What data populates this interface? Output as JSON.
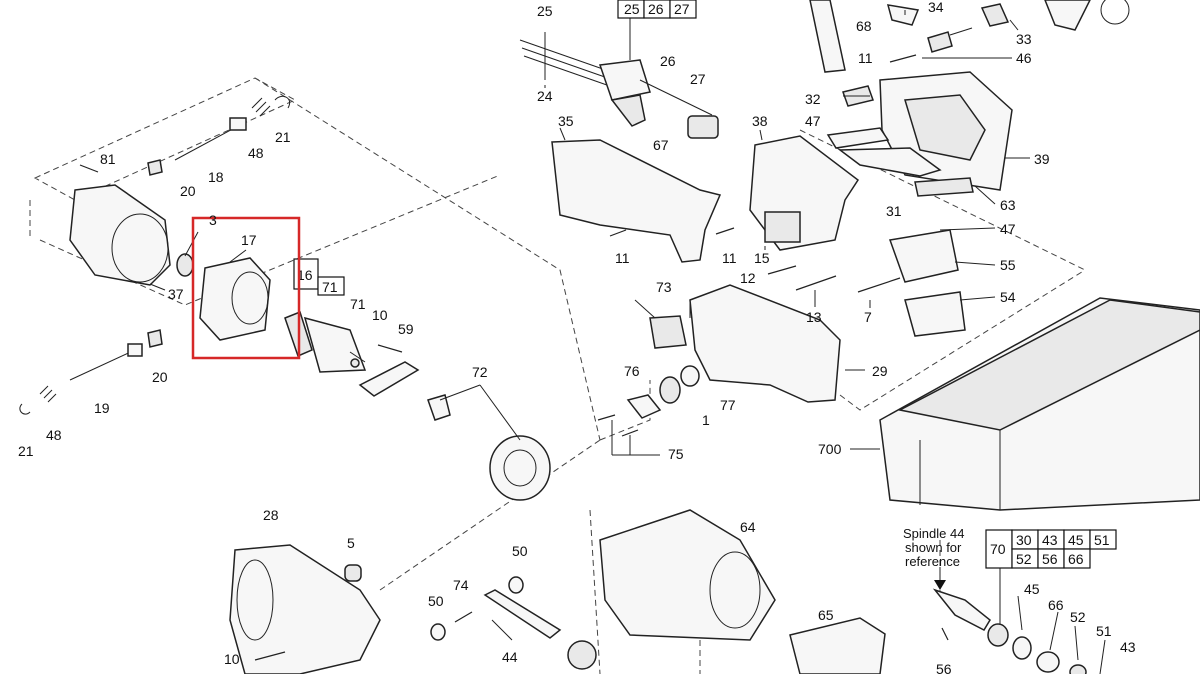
{
  "diagram": {
    "highlight_color": "#d62828",
    "callouts": [
      {
        "id": "c25",
        "label": "25"
      },
      {
        "id": "c24",
        "label": "24"
      },
      {
        "id": "c26a",
        "label": "26"
      },
      {
        "id": "c27a",
        "label": "27"
      },
      {
        "id": "c68",
        "label": "68"
      },
      {
        "id": "c34",
        "label": "34"
      },
      {
        "id": "c33",
        "label": "33"
      },
      {
        "id": "c11a",
        "label": "11"
      },
      {
        "id": "c46",
        "label": "46"
      },
      {
        "id": "c32",
        "label": "32"
      },
      {
        "id": "c47a",
        "label": "47"
      },
      {
        "id": "c39",
        "label": "39"
      },
      {
        "id": "c35",
        "label": "35"
      },
      {
        "id": "c67",
        "label": "67"
      },
      {
        "id": "c38",
        "label": "38"
      },
      {
        "id": "c31",
        "label": "31"
      },
      {
        "id": "c63",
        "label": "63"
      },
      {
        "id": "c47b",
        "label": "47"
      },
      {
        "id": "c55",
        "label": "55"
      },
      {
        "id": "c54",
        "label": "54"
      },
      {
        "id": "c7",
        "label": "7"
      },
      {
        "id": "c13",
        "label": "13"
      },
      {
        "id": "c12",
        "label": "12"
      },
      {
        "id": "c15",
        "label": "15"
      },
      {
        "id": "c11b",
        "label": "11"
      },
      {
        "id": "c11c",
        "label": "11"
      },
      {
        "id": "c81",
        "label": "81"
      },
      {
        "id": "c20a",
        "label": "20"
      },
      {
        "id": "c18",
        "label": "18"
      },
      {
        "id": "c48a",
        "label": "48"
      },
      {
        "id": "c21a",
        "label": "21"
      },
      {
        "id": "c3",
        "label": "3"
      },
      {
        "id": "c17",
        "label": "17"
      },
      {
        "id": "c37",
        "label": "37"
      },
      {
        "id": "c71",
        "label": "71"
      },
      {
        "id": "c10a",
        "label": "10"
      },
      {
        "id": "c59",
        "label": "59"
      },
      {
        "id": "c73",
        "label": "73"
      },
      {
        "id": "c29",
        "label": "29"
      },
      {
        "id": "c76",
        "label": "76"
      },
      {
        "id": "c77",
        "label": "77"
      },
      {
        "id": "c1",
        "label": "1"
      },
      {
        "id": "c75",
        "label": "75"
      },
      {
        "id": "c72",
        "label": "72"
      },
      {
        "id": "c20b",
        "label": "20"
      },
      {
        "id": "c19",
        "label": "19"
      },
      {
        "id": "c21b",
        "label": "21"
      },
      {
        "id": "c48b",
        "label": "48"
      },
      {
        "id": "c700",
        "label": "700"
      },
      {
        "id": "c28",
        "label": "28"
      },
      {
        "id": "c5",
        "label": "5"
      },
      {
        "id": "c10b",
        "label": "10"
      },
      {
        "id": "c50a",
        "label": "50"
      },
      {
        "id": "c74",
        "label": "74"
      },
      {
        "id": "c50b",
        "label": "50"
      },
      {
        "id": "c44",
        "label": "44"
      },
      {
        "id": "c64",
        "label": "64"
      },
      {
        "id": "c65",
        "label": "65"
      },
      {
        "id": "c56",
        "label": "56"
      },
      {
        "id": "c45",
        "label": "45"
      },
      {
        "id": "c66",
        "label": "66"
      },
      {
        "id": "c52",
        "label": "52"
      },
      {
        "id": "c51",
        "label": "51"
      },
      {
        "id": "c43",
        "label": "43"
      }
    ],
    "group_boxes": {
      "top": [
        "25",
        "26",
        "27"
      ],
      "motor": [
        "16",
        "71"
      ],
      "spindle_top": [
        "30",
        "43",
        "45",
        "51"
      ],
      "spindle_bottom": [
        "52",
        "56",
        "66"
      ],
      "spindle_left": "70"
    },
    "note": [
      "Spindle 44",
      "shown for",
      "reference"
    ]
  }
}
